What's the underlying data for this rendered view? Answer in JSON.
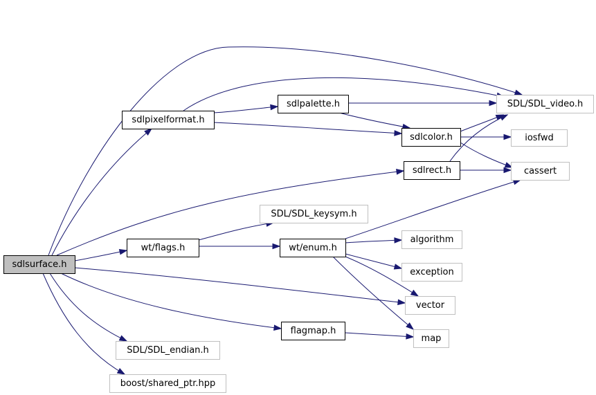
{
  "nodes": [
    {
      "id": "sdlsurface",
      "label": "sdlsurface.h",
      "kind": "root"
    },
    {
      "id": "sdlpixelformat",
      "label": "sdlpixelformat.h",
      "kind": "internal"
    },
    {
      "id": "sdlpalette",
      "label": "sdlpalette.h",
      "kind": "internal"
    },
    {
      "id": "sdlvideo",
      "label": "SDL/SDL_video.h",
      "kind": "external"
    },
    {
      "id": "sdlcolor",
      "label": "sdlcolor.h",
      "kind": "internal"
    },
    {
      "id": "iosfwd",
      "label": "iosfwd",
      "kind": "external"
    },
    {
      "id": "sdlrect",
      "label": "sdlrect.h",
      "kind": "internal"
    },
    {
      "id": "cassert",
      "label": "cassert",
      "kind": "external"
    },
    {
      "id": "keysym",
      "label": "SDL/SDL_keysym.h",
      "kind": "external"
    },
    {
      "id": "wtflags",
      "label": "wt/flags.h",
      "kind": "internal"
    },
    {
      "id": "wtenum",
      "label": "wt/enum.h",
      "kind": "internal"
    },
    {
      "id": "algorithm",
      "label": "algorithm",
      "kind": "external"
    },
    {
      "id": "exception",
      "label": "exception",
      "kind": "external"
    },
    {
      "id": "vector",
      "label": "vector",
      "kind": "external"
    },
    {
      "id": "flagmap",
      "label": "flagmap.h",
      "kind": "internal"
    },
    {
      "id": "map",
      "label": "map",
      "kind": "external"
    },
    {
      "id": "endian",
      "label": "SDL/SDL_endian.h",
      "kind": "external"
    },
    {
      "id": "sharedptr",
      "label": "boost/shared_ptr.hpp",
      "kind": "external"
    }
  ],
  "edges": [
    {
      "from": "sdlsurface",
      "to": "sdlvideo"
    },
    {
      "from": "sdlsurface",
      "to": "sdlpixelformat"
    },
    {
      "from": "sdlsurface",
      "to": "sdlrect"
    },
    {
      "from": "sdlsurface",
      "to": "wtflags"
    },
    {
      "from": "sdlsurface",
      "to": "vector"
    },
    {
      "from": "sdlsurface",
      "to": "flagmap"
    },
    {
      "from": "sdlsurface",
      "to": "endian"
    },
    {
      "from": "sdlsurface",
      "to": "sharedptr"
    },
    {
      "from": "sdlpixelformat",
      "to": "sdlvideo"
    },
    {
      "from": "sdlpixelformat",
      "to": "sdlpalette"
    },
    {
      "from": "sdlpixelformat",
      "to": "sdlcolor"
    },
    {
      "from": "sdlpalette",
      "to": "sdlvideo"
    },
    {
      "from": "sdlpalette",
      "to": "sdlcolor"
    },
    {
      "from": "sdlcolor",
      "to": "sdlvideo"
    },
    {
      "from": "sdlcolor",
      "to": "iosfwd"
    },
    {
      "from": "sdlcolor",
      "to": "cassert"
    },
    {
      "from": "sdlrect",
      "to": "sdlvideo"
    },
    {
      "from": "sdlrect",
      "to": "cassert"
    },
    {
      "from": "wtflags",
      "to": "keysym"
    },
    {
      "from": "wtflags",
      "to": "wtenum"
    },
    {
      "from": "wtenum",
      "to": "cassert"
    },
    {
      "from": "wtenum",
      "to": "algorithm"
    },
    {
      "from": "wtenum",
      "to": "exception"
    },
    {
      "from": "wtenum",
      "to": "vector"
    },
    {
      "from": "wtenum",
      "to": "map"
    },
    {
      "from": "flagmap",
      "to": "map"
    }
  ]
}
